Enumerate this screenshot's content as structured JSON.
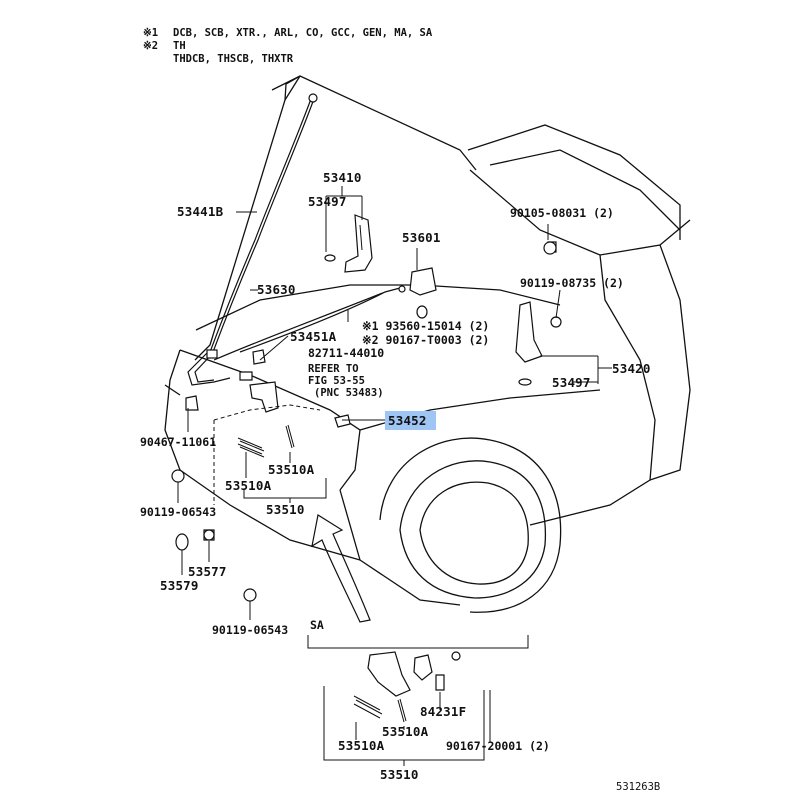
{
  "notes": {
    "n1_mark": "※1",
    "n1_text": "DCB, SCB, XTR., ARL, CO, GCC, GEN, MA, SA",
    "n2_mark": "※2",
    "n2_line1": "TH",
    "n2_line2": "THDCB, THSCB, THXTR"
  },
  "labels": {
    "p53410": "53410",
    "p53497_top": "53497",
    "p53441B": "53441B",
    "p53601": "53601",
    "p53630": "53630",
    "p53451A": "53451A",
    "p82711": "82711-44010",
    "p93560": "※1 93560-15014 (2)",
    "p90167_t": "※2 90167-T0003 (2)",
    "p90105": "90105-08031 (2)",
    "p90119_08735": "90119-08735 (2)",
    "p53420": "53420",
    "p53497_right": "53497",
    "refer_1": "REFER TO",
    "refer_2": "FIG 53-55",
    "refer_3": "(PNC 53483)",
    "p53452": "53452",
    "p90467": "90467-11061",
    "p53510A_right": "53510A",
    "p53510A_left": "53510A",
    "p53510": "53510",
    "p90119_06543_a": "90119-06543",
    "p53577": "53577",
    "p53579": "53579",
    "p90119_06543_b": "90119-06543",
    "sa_label": "SA",
    "sa_84231F": "84231F",
    "sa_53510A_left": "53510A",
    "sa_53510A_right": "53510A",
    "sa_90167": "90167-20001 (2)",
    "sa_53510": "53510",
    "diagram_id": "531263B"
  },
  "highlight": {
    "part": "53452",
    "color": "#9ec5f3"
  }
}
